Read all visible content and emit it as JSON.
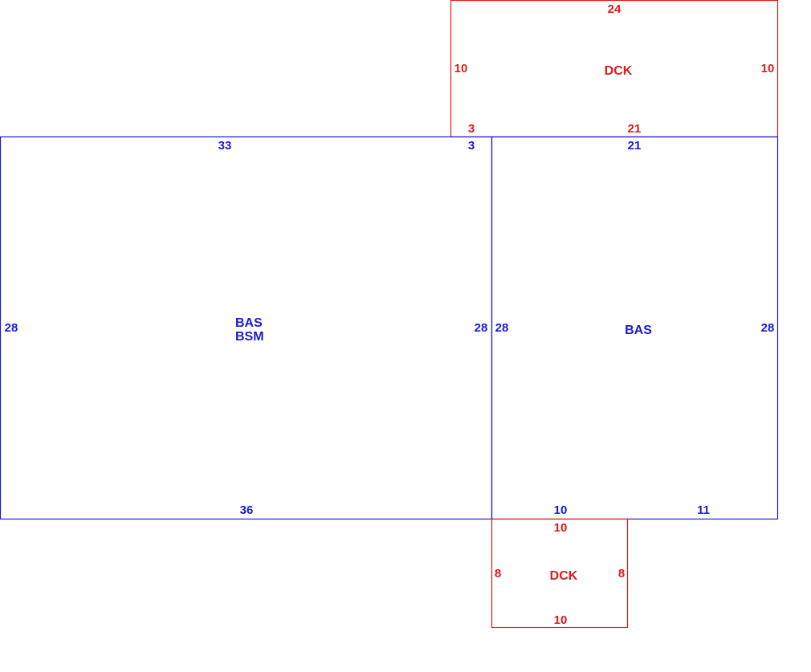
{
  "colors": {
    "bas": "#1a1ad6",
    "dck": "#e01a1a",
    "background": "#ffffff"
  },
  "areas": {
    "bas_left": {
      "codes": [
        "BAS",
        "BSM"
      ]
    },
    "bas_right": {
      "codes": [
        "BAS"
      ]
    },
    "dck_top": {
      "codes": [
        "DCK"
      ]
    },
    "dck_bottom": {
      "codes": [
        "DCK"
      ]
    }
  },
  "dimensions": {
    "dck_top_top": "24",
    "dck_top_left": "10",
    "dck_top_right": "10",
    "dck_top_bottom_a": "3",
    "dck_top_bottom_b": "21",
    "bas_left_top_a": "33",
    "bas_left_top_b": "3",
    "bas_left_left": "28",
    "bas_left_right": "28",
    "bas_left_bottom": "36",
    "bas_right_top": "21",
    "bas_right_left": "28",
    "bas_right_right": "28",
    "bas_right_bottom_a": "10",
    "bas_right_bottom_b": "11",
    "dck_bottom_top": "10",
    "dck_bottom_left": "8",
    "dck_bottom_right": "8",
    "dck_bottom_bottom": "10"
  }
}
